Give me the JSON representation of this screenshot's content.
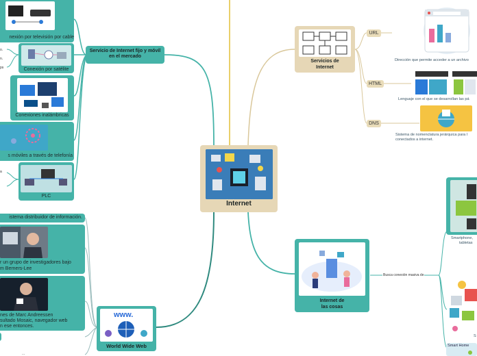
{
  "center": {
    "label": "Internet"
  },
  "left_top": {
    "service_fixed_mobile": "Servicio de Internet fijo y móvil en el mercado",
    "items": [
      {
        "label": "nexión por televisión por cable",
        "icon": "tv-router-icon"
      },
      {
        "label": "Conexión por satélite",
        "icon": "satellite-icon"
      },
      {
        "label": "Conexiones inalámbricas",
        "icon": "devices-icon"
      },
      {
        "label": "s móviles a través de telefonía",
        "icon": "mobile-network-icon"
      },
      {
        "label": "PLC",
        "icon": "plc-icon"
      }
    ],
    "side_notes": [
      "o.",
      "n.",
      "ps",
      "a"
    ]
  },
  "left_bottom": {
    "www_label": "World Wide Web",
    "notes": [
      "istema distribuidor de información.",
      "r un grupo de investigadores bajo",
      "m Berners-Lee",
      "nes de Marc Andreessen",
      "sultado Mosaic, navegador web",
      "n ese entonces."
    ],
    "bottom_note": "..."
  },
  "services": {
    "label": "Servicios de Internet",
    "line1": "Servicios de",
    "line2": "Internet",
    "items": [
      {
        "tag": "URL",
        "desc": "Dirección que permite acceder a un archivo"
      },
      {
        "tag": "HTML",
        "desc": "Lenguaje con el que se desarrollan las pá"
      },
      {
        "tag": "DNS",
        "desc1": "Sistema de nomenclatura jerárquica para l",
        "desc2": "conectados a internet."
      }
    ]
  },
  "iot": {
    "line1": "Internet de",
    "line2": "las cosas",
    "edge_label": "Busca conexión masiva de",
    "right_caption1": "Smartphone,",
    "right_caption2": "tabletas",
    "right_caption3": "S",
    "smart_home": "Smart Home"
  }
}
